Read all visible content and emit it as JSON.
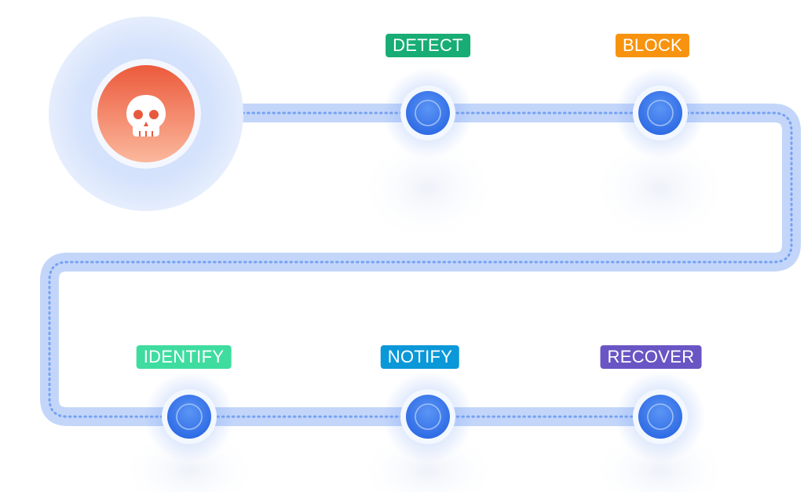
{
  "steps": [
    {
      "id": "detect",
      "label": "DETECT",
      "color": "#17ad75"
    },
    {
      "id": "block",
      "label": "BLOCK",
      "color": "#f7930e"
    },
    {
      "id": "identify",
      "label": "IDENTIFY",
      "color": "#3fdca0"
    },
    {
      "id": "notify",
      "label": "NOTIFY",
      "color": "#0b98d8"
    },
    {
      "id": "recover",
      "label": "RECOVER",
      "color": "#6a55c4"
    }
  ],
  "threat_icon": "skull-icon",
  "node_icon": "circle-node-icon",
  "colors": {
    "path": "#bcd2fa",
    "path_dots": "#6f9cf0",
    "node_fill": "#3877ea",
    "threat_gradient_top": "#ec5a3c",
    "threat_gradient_bottom": "#fbb89d",
    "halo": "#dbe6fb"
  }
}
